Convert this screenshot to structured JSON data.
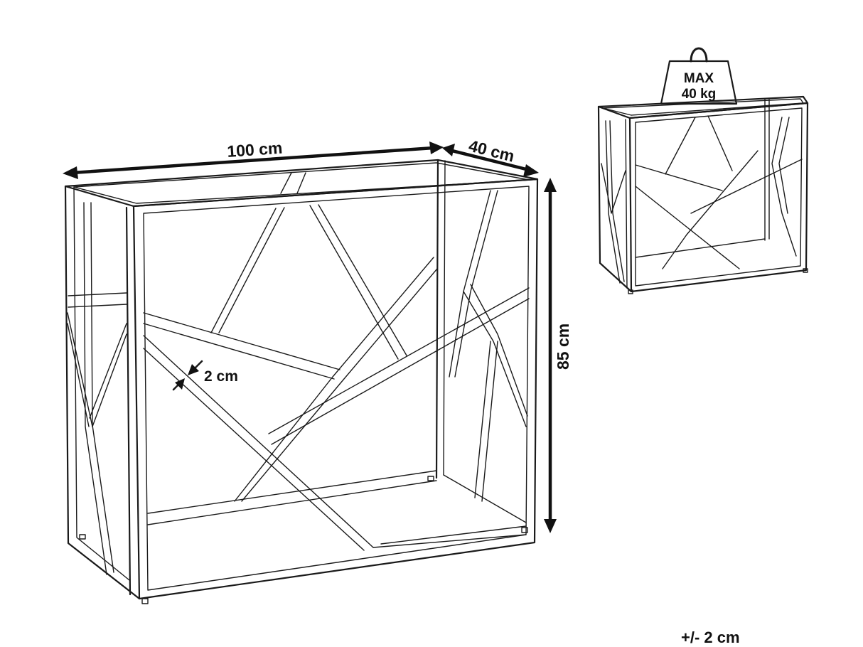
{
  "dimensions": {
    "width": "100 cm",
    "depth": "40 cm",
    "height": "85 cm",
    "tube": "2 cm",
    "tolerance": "+/- 2 cm"
  },
  "load": {
    "line1": "MAX",
    "line2": "40 kg"
  }
}
